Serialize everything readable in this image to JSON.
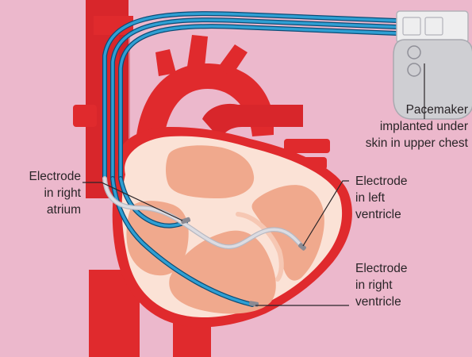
{
  "labels": {
    "pacemaker": "Pacemaker\nimplanted under\nskin in upper chest",
    "electrode_right_atrium": "Electrode\nin right\natrium",
    "electrode_left_ventricle": "Electrode\nin left\nventricle",
    "electrode_right_ventricle": "Electrode\nin right\nventricle"
  },
  "colors": {
    "background": "#ecb8cc",
    "vessel_red": "#e02a2d",
    "heart_outer": "#fbe2d6",
    "chamber_fill": "#f0a98d",
    "septum": "#f6c7b3",
    "lead_blue": "#2f9fd3",
    "lead_grey": "#cfcfd6",
    "pacemaker_body": "#cfcfd3"
  }
}
